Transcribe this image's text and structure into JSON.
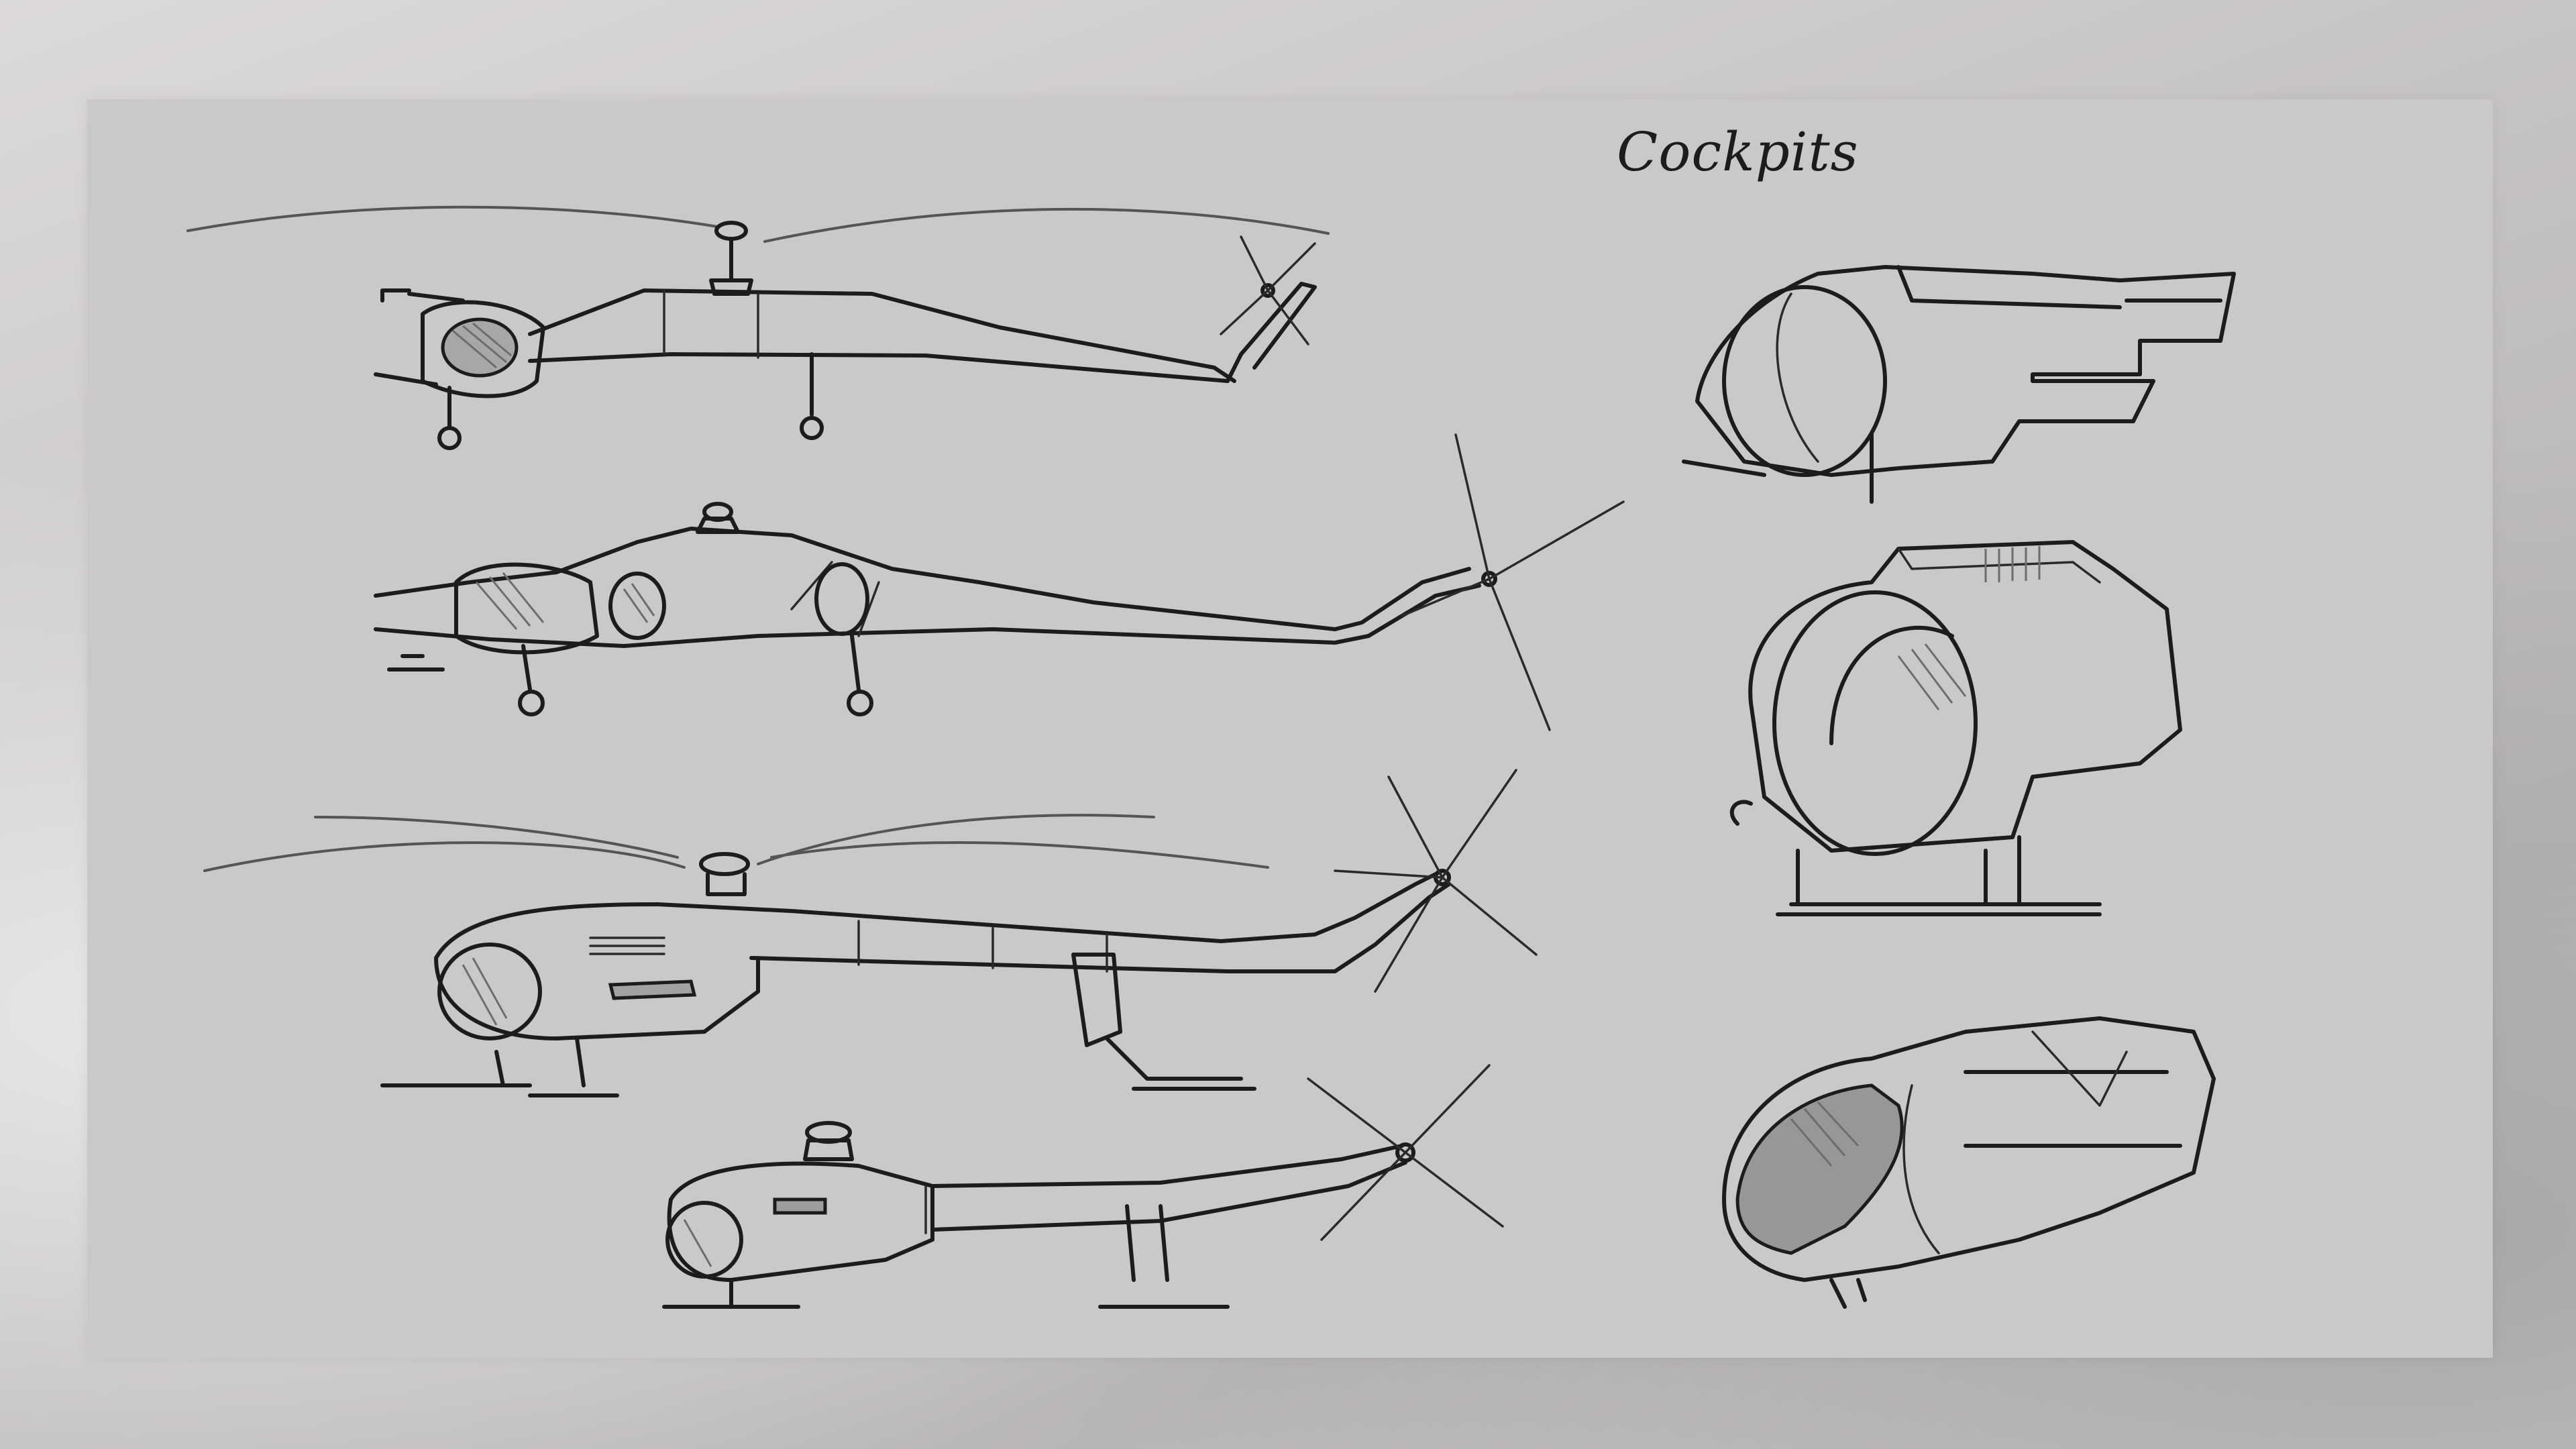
{
  "sheet": {
    "section_label": "Cockpits"
  },
  "colors": {
    "paper": "#cbc8c9",
    "ink": "#1c1c1c",
    "backdrop": "#c9c6c7"
  },
  "drawings": {
    "helicopters": [
      "helicopter-sketch-1",
      "helicopter-sketch-2",
      "helicopter-sketch-3",
      "helicopter-sketch-4"
    ],
    "cockpits": [
      "cockpit-sketch-1",
      "cockpit-sketch-2",
      "cockpit-sketch-3"
    ]
  }
}
